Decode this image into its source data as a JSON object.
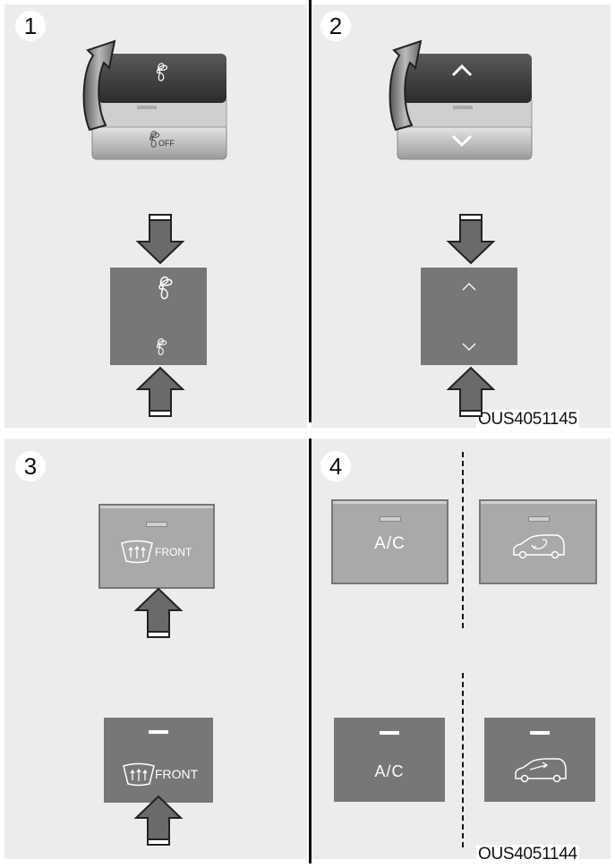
{
  "panels": [
    {
      "number": "1"
    },
    {
      "number": "2"
    },
    {
      "number": "3",
      "button_label": "FRONT"
    },
    {
      "number": "4",
      "button_label": "A/C"
    }
  ],
  "figure_codes": [
    "OUS4051145",
    "OUS4051144"
  ],
  "icons": {
    "fan": "fan-icon",
    "fan_off_label": "OFF",
    "up": "chevron-up-icon",
    "down": "chevron-down-icon",
    "defrost": "front-defrost-icon",
    "recirculation": "air-recirculation-icon",
    "press_arrow": "press-arrow-icon",
    "rotate_arrow": "rotate-arrow-icon"
  },
  "colors": {
    "panel_bg": "#ececec",
    "button_dark": "#777777",
    "button_raised": "#a9a9a9",
    "arrow_fill": "#6a6a6a"
  }
}
